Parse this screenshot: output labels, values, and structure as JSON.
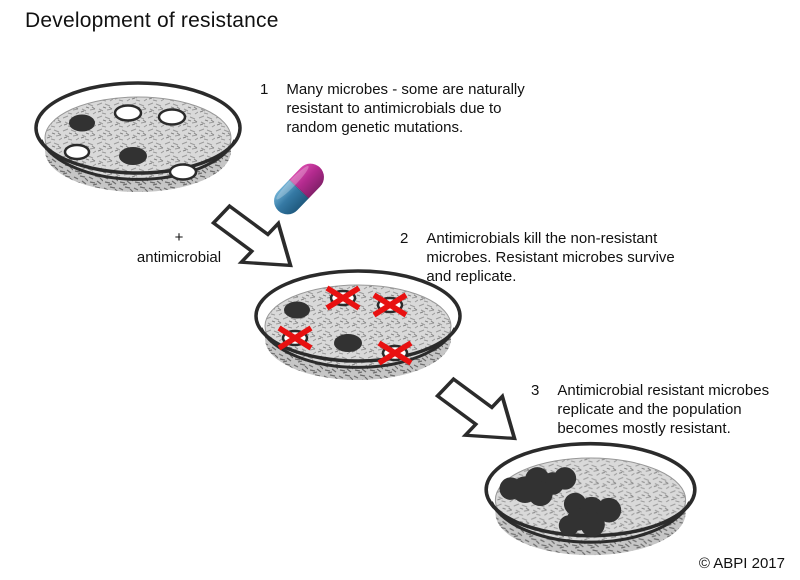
{
  "title": "Development of resistance",
  "copyright": "© ABPI 2017",
  "arrow_label": {
    "plus": "+",
    "text": "antimicrobial"
  },
  "steps": [
    {
      "number": "1",
      "lines": [
        "Many microbes - some are naturally",
        "resistant to antimicrobials due to",
        "random genetic mutations."
      ]
    },
    {
      "number": "2",
      "lines": [
        "Antimicrobials kill the non-resistant",
        "microbes. Resistant microbes survive",
        "and replicate."
      ]
    },
    {
      "number": "3",
      "lines": [
        "Antimicrobial resistant microbes",
        "replicate and the population",
        "becomes mostly resistant."
      ]
    }
  ],
  "dishes": [
    {
      "label": "stage-1",
      "dark_microbes": 2,
      "white_microbes": 4
    },
    {
      "label": "stage-2",
      "dark_microbes": 2,
      "crossed_out_microbes": 4
    },
    {
      "label": "stage-3",
      "resistant_colony_clusters": 2
    }
  ],
  "colors": {
    "capsule_pink_light": "#d648ab",
    "capsule_pink": "#b32a8e",
    "capsule_pink_dark": "#84206b",
    "capsule_blue_light": "#6fb0d4",
    "capsule_blue": "#3579a4",
    "capsule_blue_dark": "#1f5a7f",
    "cross_red": "#e81111",
    "microbe_dark": "#323232",
    "outline": "#2b2b2b",
    "text": "#111111"
  }
}
